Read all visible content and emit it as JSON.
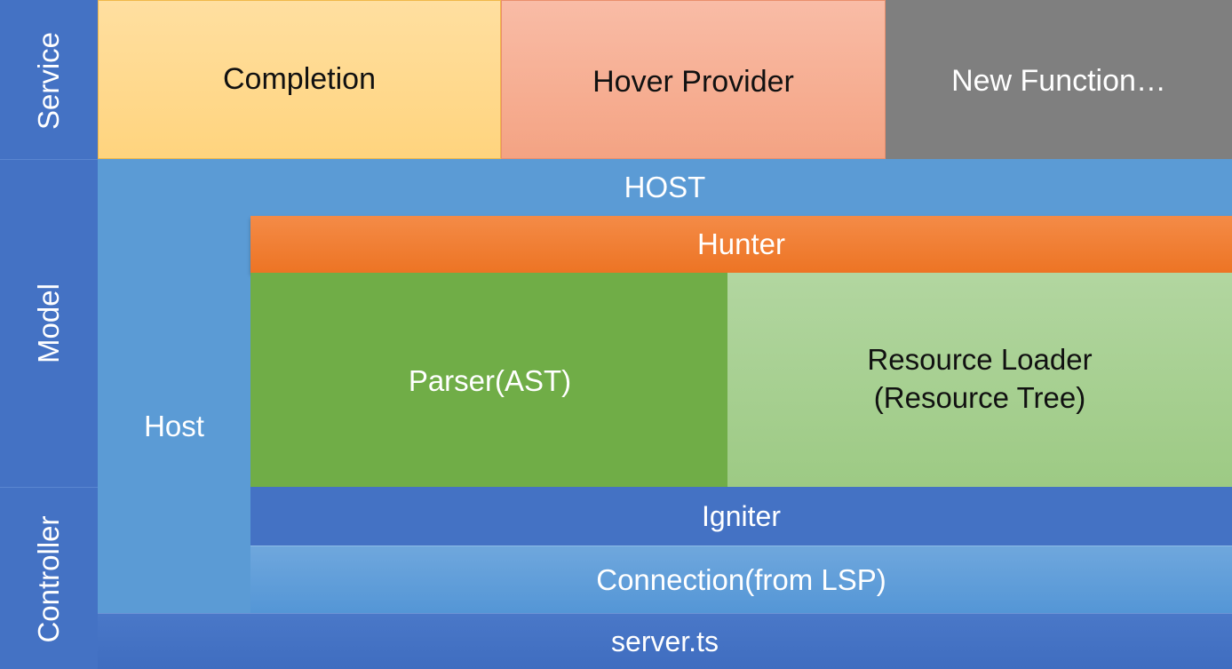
{
  "layers": {
    "service": "Service",
    "model": "Model",
    "controller": "Controller"
  },
  "service": {
    "completion": "Completion",
    "hover_provider": "Hover Provider",
    "new_function": "New Function…"
  },
  "model": {
    "host_top": "HOST",
    "host_side": "Host",
    "hunter": "Hunter",
    "parser": "Parser(AST)",
    "resource_loader_line1": "Resource Loader",
    "resource_loader_line2": "(Resource Tree)"
  },
  "controller": {
    "igniter": "Igniter",
    "connection": "Connection(from LSP)",
    "server": "server.ts"
  },
  "colors": {
    "layer_band": "#4472c4",
    "completion": "#ffd47e",
    "hover_provider": "#f4a383",
    "new_function": "#7f7f7f",
    "host": "#5b9bd5",
    "hunter": "#ed7424",
    "parser": "#70ad47",
    "resource_loader": "#a9d18e",
    "igniter": "#4472c4",
    "connection": "#5b9bd5",
    "server": "#4472c4"
  }
}
